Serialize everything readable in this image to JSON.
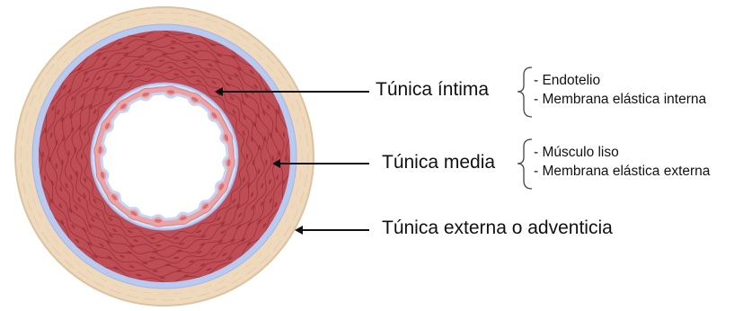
{
  "labels": {
    "intima": "Túnica íntima",
    "media": "Túnica media",
    "externa": "Túnica externa o adventicia"
  },
  "intima_items": [
    "- Endotelio",
    "- Membrana elástica interna"
  ],
  "media_items": [
    "- Músculo liso",
    "- Membrana elástica externa"
  ],
  "colors": {
    "adventitia": "#efd9bd",
    "adventitia_edge": "#dcc29f",
    "elastic_membrane": "#b9c9ef",
    "muscle": "#bf4d55",
    "muscle_fiber": "#8d2a32",
    "endothelium": "#eaa4a6",
    "lumen": "#ffffff",
    "line": "#111111"
  }
}
